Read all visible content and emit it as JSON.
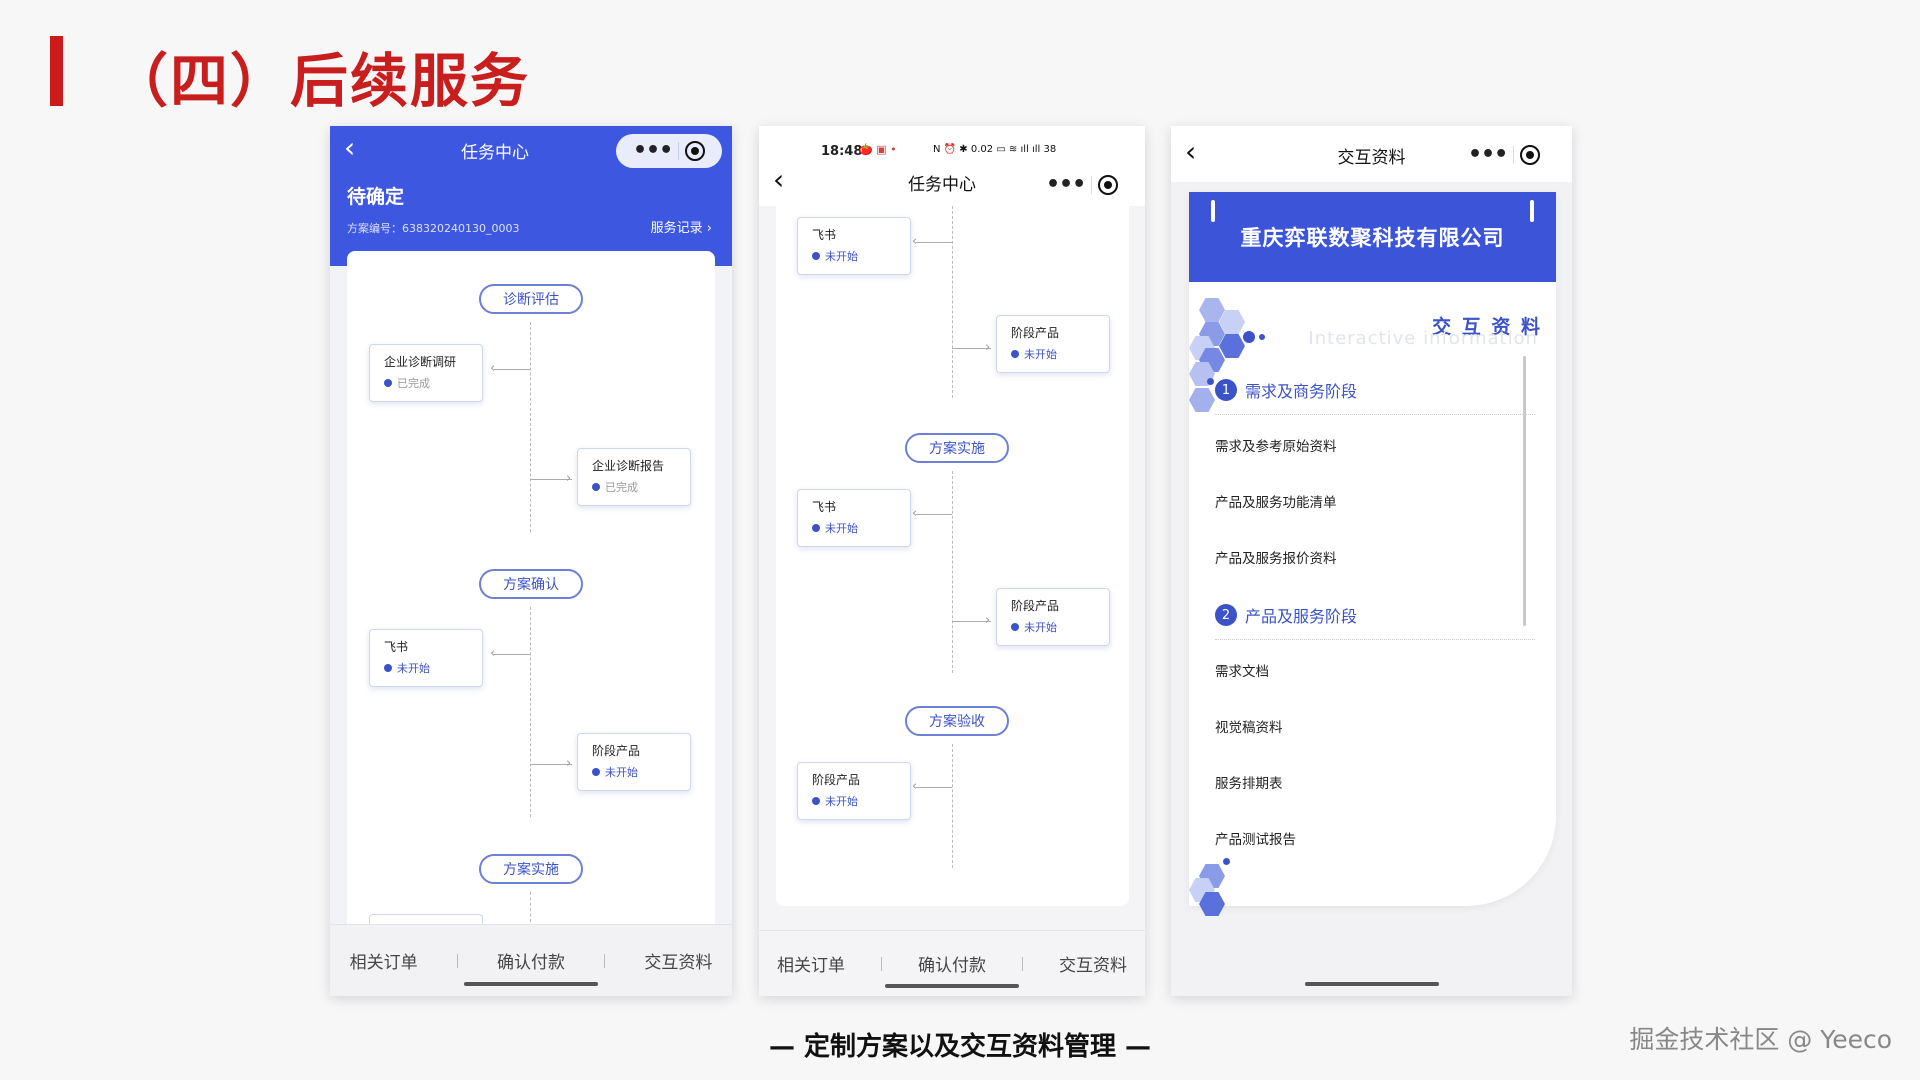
{
  "slide": {
    "title": "（四）后续服务",
    "caption": "— 定制方案以及交互资料管理 —",
    "watermark": "掘金技术社区 @ Yeeco",
    "accent_color": "#c81e1e"
  },
  "phone1": {
    "nav_title": "任务中心",
    "status_title": "待确定",
    "plan_no": "方案编号：638320240130_0003",
    "service_record": "服务记录 ›",
    "header_color": "#3d57e0",
    "stages": [
      "诊断评估",
      "方案确认",
      "方案实施"
    ],
    "tasks": [
      {
        "title": "企业诊断调研",
        "status": "已完成"
      },
      {
        "title": "企业诊断报告",
        "status": "已完成"
      },
      {
        "title": "飞书",
        "status": "未开始"
      },
      {
        "title": "阶段产品",
        "status": "未开始"
      }
    ],
    "tabs": [
      "相关订单",
      "确认付款",
      "交互资料"
    ]
  },
  "phone2": {
    "time": "18:48",
    "status_icons": "🍅 ▣ •",
    "status_right": "N ⏰ ✱ 0.02 ▭ ≋ ıll ıll 38",
    "nav_title": "任务中心",
    "stages": [
      "方案实施",
      "方案验收"
    ],
    "tasks": [
      {
        "title": "飞书",
        "status": "未开始"
      },
      {
        "title": "阶段产品",
        "status": "未开始"
      },
      {
        "title": "飞书",
        "status": "未开始"
      },
      {
        "title": "阶段产品",
        "status": "未开始"
      },
      {
        "title": "阶段产品",
        "status": "未开始"
      }
    ],
    "tabs": [
      "相关订单",
      "确认付款",
      "交互资料"
    ]
  },
  "phone3": {
    "nav_title": "交互资料",
    "company": "重庆弈联数聚科技有限公司",
    "section_title": "交 互 资 料",
    "section_subtitle": "Interactive information",
    "sections": [
      {
        "num": "1",
        "title": "需求及商务阶段",
        "items": [
          "需求及参考原始资料",
          "产品及服务功能清单",
          "产品及服务报价资料"
        ]
      },
      {
        "num": "2",
        "title": "产品及服务阶段",
        "items": [
          "需求文档",
          "视觉稿资料",
          "服务排期表",
          "产品测试报告"
        ]
      }
    ]
  }
}
